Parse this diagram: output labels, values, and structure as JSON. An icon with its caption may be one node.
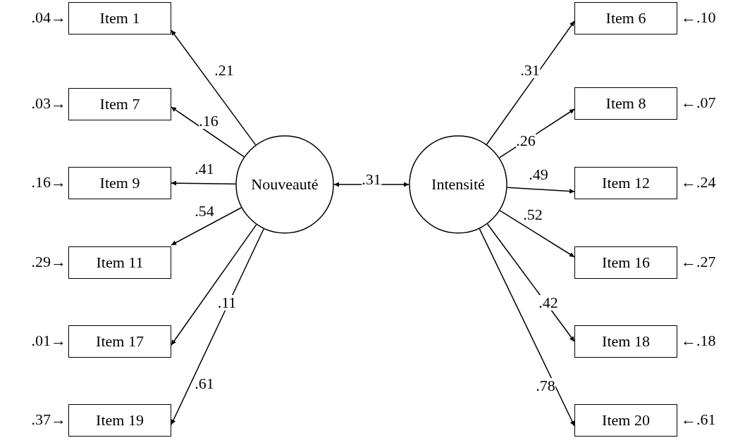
{
  "diagram": {
    "nodes": [
      {
        "text": [
          "Item 1"
        ],
        "beside": [
          ".04→"
        ]
      },
      {
        "text": [
          "Item 7"
        ],
        "beside": [
          ".03→"
        ]
      },
      {
        "text": [
          "Item 9"
        ],
        "beside": [
          ".16→"
        ]
      },
      {
        "text": [
          "Item 11"
        ],
        "beside": [
          ".29→"
        ]
      },
      {
        "text": [
          "Item 17"
        ],
        "beside": [
          ".01→"
        ]
      },
      {
        "text": [
          "Item 19"
        ],
        "beside": [
          ".37→"
        ]
      },
      {
        "text": [
          "Nouveauté"
        ]
      },
      {
        "text": [
          "Intensité"
        ]
      },
      {
        "text": [
          "Item 6"
        ],
        "beside": [
          "←.10"
        ]
      },
      {
        "text": [
          "Item 8"
        ],
        "beside": [
          "←.07"
        ]
      },
      {
        "text": [
          "Item 12"
        ],
        "beside": [
          "←.24"
        ]
      },
      {
        "text": [
          "Item 16"
        ],
        "beside": [
          "←.27"
        ]
      },
      {
        "text": [
          "Item 18"
        ],
        "beside": [
          "←.18"
        ]
      },
      {
        "text": [
          "Item 20"
        ],
        "beside": [
          "←.61"
        ]
      }
    ],
    "edges": [
      {
        "from": 6,
        "to": 0,
        "arrow": "to",
        "label": ".21"
      },
      {
        "from": 6,
        "to": 1,
        "arrow": "to",
        "label": ".16"
      },
      {
        "from": 6,
        "to": 2,
        "arrow": "to",
        "label": ".41"
      },
      {
        "from": 6,
        "to": 3,
        "arrow": "to",
        "label": ".54"
      },
      {
        "from": 6,
        "to": 4,
        "arrow": "to",
        "label": ".11"
      },
      {
        "from": 6,
        "to": 5,
        "arrow": "to",
        "label": ".61"
      },
      {
        "from": 6,
        "to": 7,
        "arrow": "both",
        "label": ".31"
      },
      {
        "from": 7,
        "to": 8,
        "arrow": "to",
        "label": ".31"
      },
      {
        "from": 7,
        "to": 9,
        "arrow": "to",
        "label": ".26"
      },
      {
        "from": 7,
        "to": 10,
        "arrow": "to",
        "label": ".49"
      },
      {
        "from": 7,
        "to": 11,
        "arrow": "to",
        "label": ".52"
      },
      {
        "from": 7,
        "to": 12,
        "arrow": "to",
        "label": ".42"
      },
      {
        "from": 7,
        "to": 13,
        "arrow": "to",
        "label": ".78"
      }
    ]
  }
}
